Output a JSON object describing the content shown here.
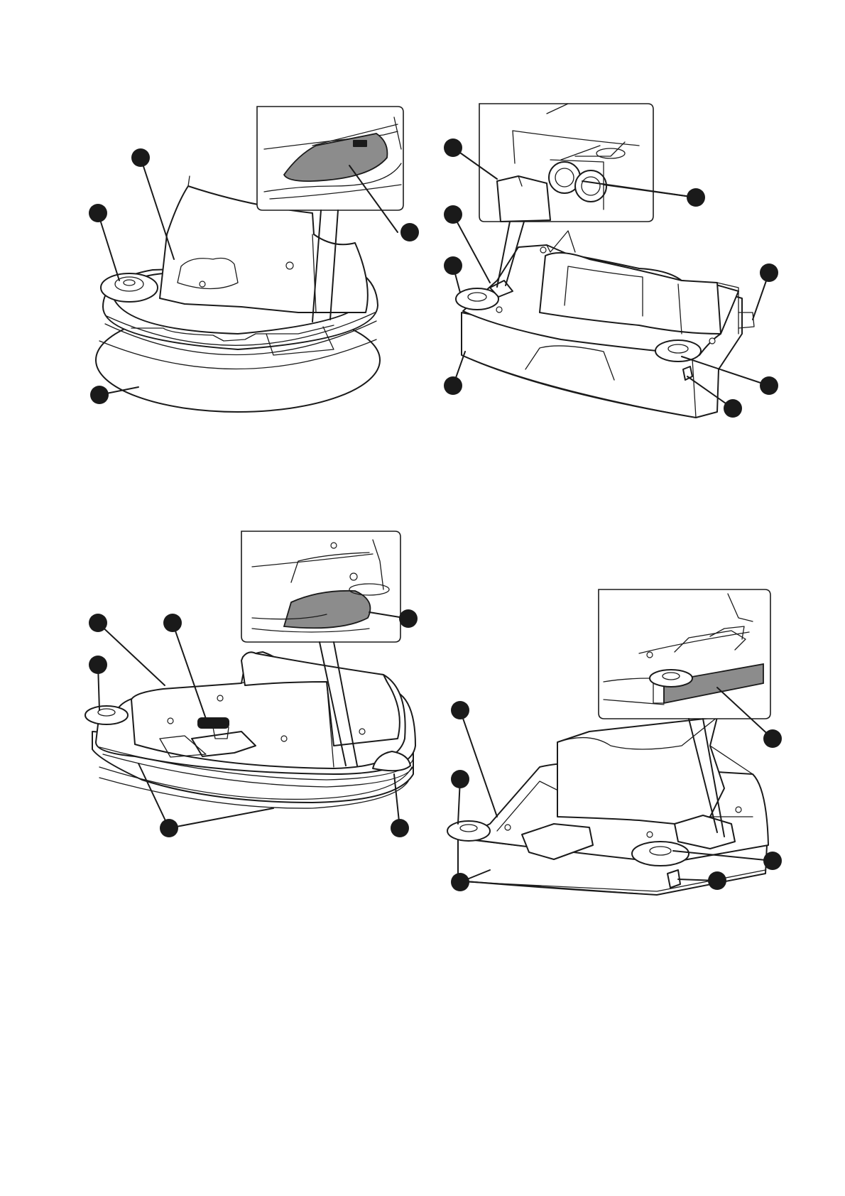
{
  "figures": [
    {
      "id": "fig-top-left",
      "callouts": 4
    },
    {
      "id": "fig-top-right",
      "callouts": 8
    },
    {
      "id": "fig-bottom-left",
      "callouts": 6
    },
    {
      "id": "fig-bottom-right",
      "callouts": 6
    }
  ],
  "colors": {
    "line": "#1a1a1a",
    "pad": "#8c8c8c",
    "background": "#ffffff"
  }
}
